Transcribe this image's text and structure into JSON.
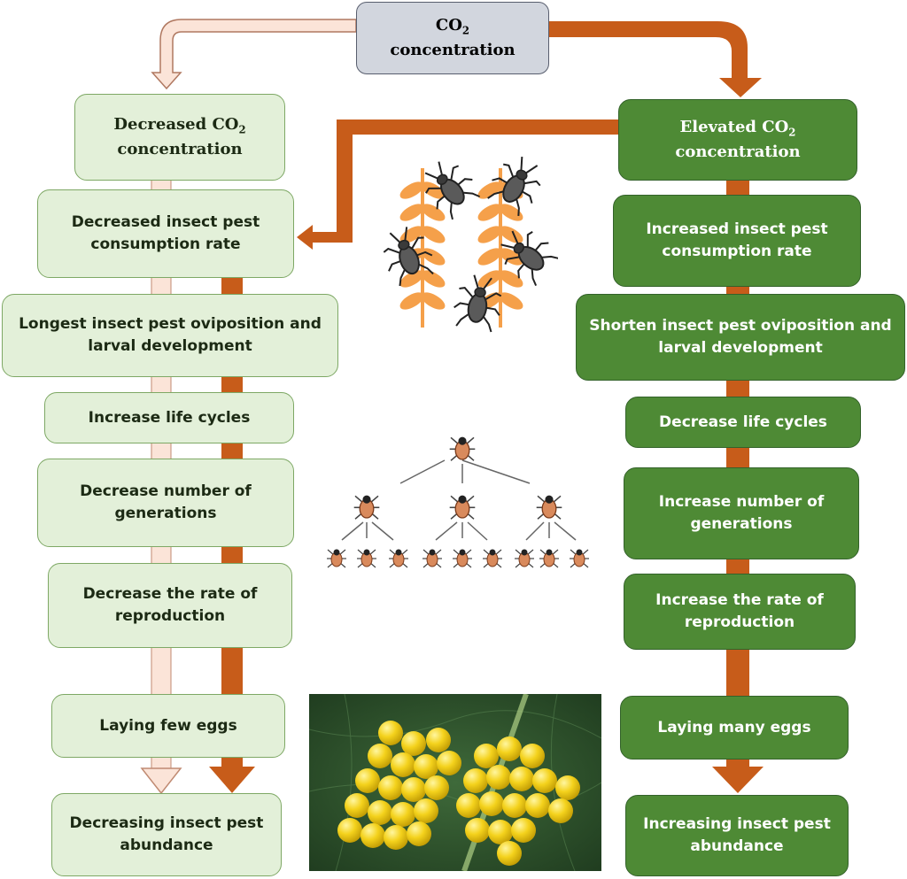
{
  "colors": {
    "light_fill": "#e3f0d9",
    "dark_fill": "#4e8a35",
    "orange_arrow": "#c75c1a",
    "pale_arrow": "#fbe4d8",
    "top_fill": "#d2d6de"
  },
  "top": {
    "line1": "CO",
    "line1_sub": "2",
    "line2": "concentration"
  },
  "left": {
    "header": {
      "line1": "Decreased CO",
      "line1_sub": "2",
      "line2": "concentration"
    },
    "steps": [
      "Decreased insect pest consumption rate",
      "Longest insect pest oviposition and larval development",
      "Increase life cycles",
      "Decrease number of generations",
      "Decrease the rate of reproduction",
      "Laying few eggs",
      "Decreasing insect pest abundance"
    ]
  },
  "right": {
    "header": {
      "line1": "Elevated CO",
      "line1_sub": "2",
      "line2": "concentration"
    },
    "steps": [
      "Increased insect pest consumption rate",
      "Shorten insect pest oviposition and larval development",
      "Decrease life cycles",
      "Increase number of generations",
      "Increase the rate of reproduction",
      "Laying many eggs",
      "Increasing insect pest abundance"
    ]
  },
  "illustrations": [
    "insects-on-grain",
    "reproduction-tree",
    "insect-eggs-photo"
  ]
}
